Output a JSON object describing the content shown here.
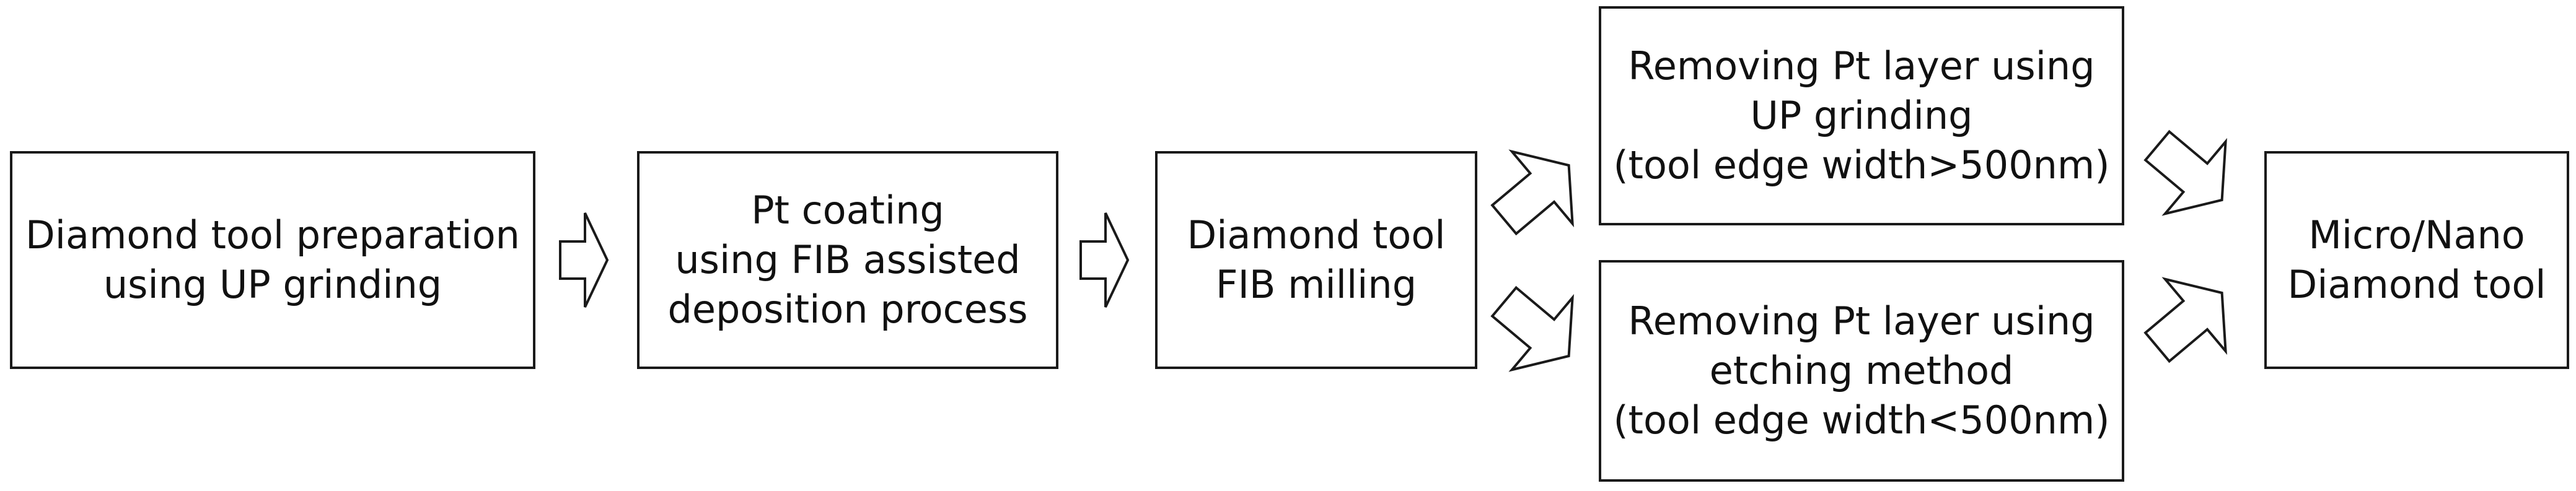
{
  "nodes": {
    "prep": {
      "lines": [
        "Diamond tool preparation",
        "using UP grinding"
      ]
    },
    "coat": {
      "lines": [
        "Pt coating",
        "using FIB assisted",
        "deposition process"
      ]
    },
    "mill": {
      "lines": [
        "Diamond tool",
        "FIB milling"
      ]
    },
    "up": {
      "lines": [
        "Removing Pt layer using",
        "UP grinding",
        "(tool edge width>500nm)"
      ]
    },
    "etch": {
      "lines": [
        "Removing Pt layer using",
        "etching method",
        "(tool edge width<500nm)"
      ]
    },
    "final": {
      "lines": [
        "Micro/Nano",
        "Diamond tool"
      ]
    }
  },
  "edges": [
    {
      "from": "prep",
      "to": "coat"
    },
    {
      "from": "coat",
      "to": "mill"
    },
    {
      "from": "mill",
      "to": "up"
    },
    {
      "from": "mill",
      "to": "etch"
    },
    {
      "from": "up",
      "to": "final"
    },
    {
      "from": "etch",
      "to": "final"
    }
  ]
}
